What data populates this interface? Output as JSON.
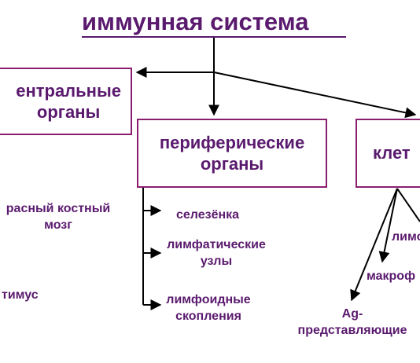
{
  "title": "иммунная система",
  "boxes": {
    "central": "ентральные\nорганы",
    "peripheral": "периферические\nорганы",
    "cells": "клет"
  },
  "central_items": {
    "bone_marrow": "расный костный\nмозг",
    "thymus": "тимус"
  },
  "peripheral_items": {
    "spleen": "селезёнка",
    "lymph_nodes": "лимфатические\nузлы",
    "lymphoid_clusters": "лимфоидные\nскопления"
  },
  "cell_items": {
    "lymphocytes": "лимо",
    "macrophages": "макроф",
    "ag_presenting": "Ag-\nпредставляющие"
  },
  "colors": {
    "text": "#5a1a6e",
    "box_border": "#8a1e6e",
    "lines": "#000000"
  }
}
